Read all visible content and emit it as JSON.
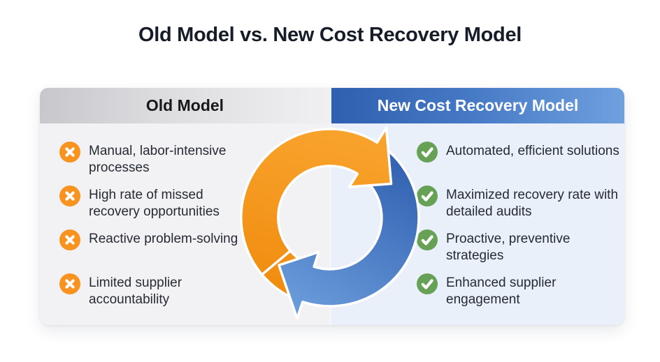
{
  "title": "Old Model vs. New Cost Recovery Model",
  "old_model": {
    "header": "Old Model",
    "items": [
      "Manual, labor-intensive processes",
      "High rate of missed recovery opportunities",
      "Reactive problem-solving",
      "Limited supplier accountability"
    ]
  },
  "new_model": {
    "header": "New Cost Recovery Model",
    "items": [
      "Automated, efficient solutions",
      "Maximized recovery rate with detailed audits",
      "Proactive, preventive strategies",
      "Enhanced supplier engagement"
    ]
  },
  "icons": {
    "negative": "x-circle-icon",
    "positive": "check-circle-icon",
    "center": "cycle-arrows-icon"
  },
  "colors": {
    "negative_icon": "#F7931E",
    "positive_icon": "#67A155",
    "old_header_start": "#C7C7CC",
    "old_header_end": "#F0F0F3",
    "new_header_start": "#2F5FB0",
    "new_header_end": "#6FA0DE",
    "cycle_orange": "#F7941E",
    "cycle_blue": "#4A7CC7",
    "old_body_bg": "#F2F2F4",
    "new_body_bg": "#E9F0F9",
    "title_text": "#161D29"
  }
}
